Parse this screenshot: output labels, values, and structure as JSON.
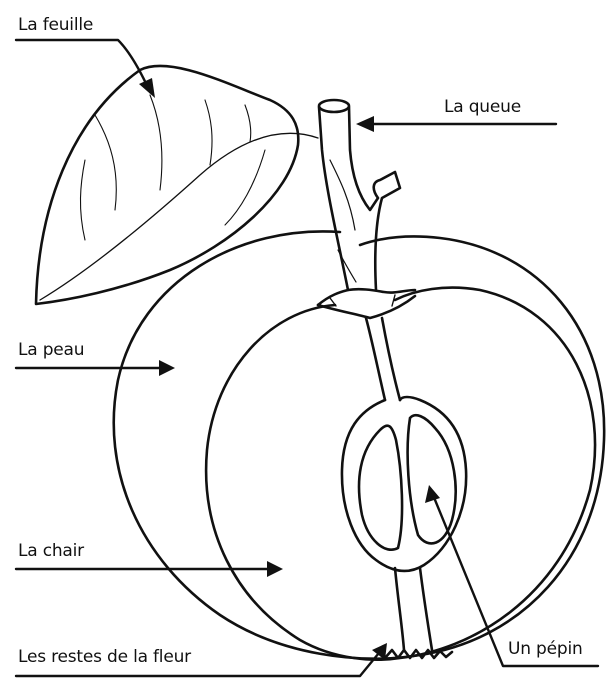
{
  "labels": {
    "feuille": "La feuille",
    "queue": "La queue",
    "peau": "La peau",
    "chair": "La chair",
    "restes": "Les restes de la fleur",
    "pepin": "Un pépin"
  },
  "colors": {
    "ink": "#111111",
    "paper": "#ffffff"
  }
}
